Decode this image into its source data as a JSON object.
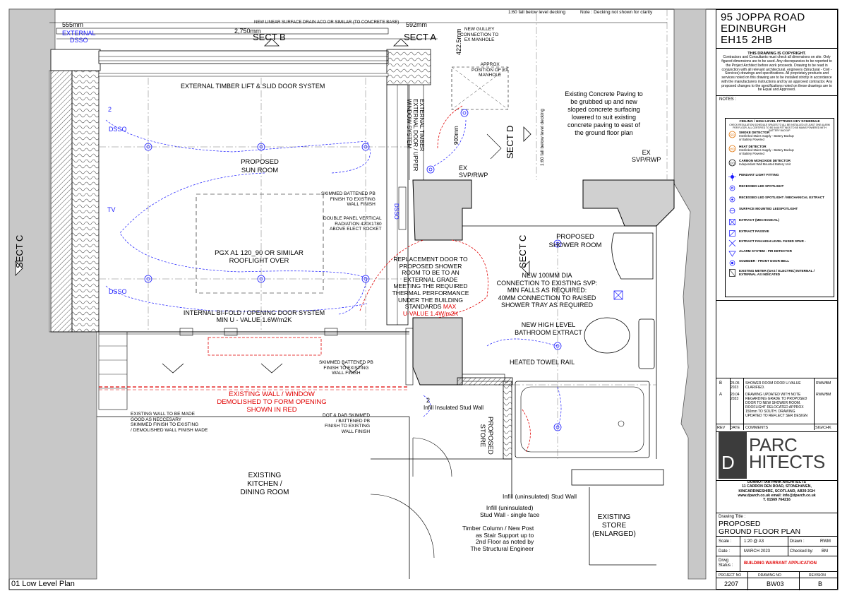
{
  "drawing": {
    "view_title": "01 Low Level Plan",
    "dims": {
      "d555": "555mm",
      "d2750": "2,750mm",
      "d592": "592mm",
      "d4225": "422.5mm",
      "d900": "900mm"
    },
    "notes_top": {
      "fall60": "1:60 fall below level decking",
      "decking": "Note : Decking not shown for clarity",
      "drain": "NEW LINEAR SURFACE DRAIN ACO OR SIMILAR (TO CONCRETE BASE)",
      "fall160": "1:60 fall below level decking"
    },
    "sections": {
      "b": "SECT B",
      "a": "SECT A",
      "d": "SECT D",
      "c_left": "SECT C",
      "c_mid": "SECT C"
    },
    "rooms": {
      "sun": [
        "PROPOSED",
        "SUN ROOM"
      ],
      "shower": [
        "PROPOSED",
        "SHOWER ROOM"
      ],
      "store": [
        "PROPOSED",
        "STORE"
      ],
      "kitchen": [
        "EXISTING",
        "KITCHEN /",
        "DINING ROOM"
      ],
      "ex_store": [
        "EXISTING",
        "STORE",
        "(ENLARGED)"
      ]
    },
    "labels": {
      "ext_dsso": [
        "EXTERNAL",
        "DSSO"
      ],
      "lift_slide": "EXTERNAL TIMBER LIFT & SLID DOOR SYSTEM",
      "gulley": [
        "NEW GULLEY",
        "CONNECTION TO",
        "EX MANHOLE"
      ],
      "manhole": [
        "APPROX",
        "POSITION OF EX",
        "MANHOLE"
      ],
      "paving": [
        "Existing Concrete Paving to",
        "be grubbed up and new",
        "sloped concrete surfacing",
        "lowered to suit existing",
        "concrete paving to east of",
        "the ground floor plan"
      ],
      "ext_door": [
        "EXTERNAL TIMBER",
        "EXTERNAL DOOR / UPPER",
        "WINDOW SYSTEM"
      ],
      "ex_svp1": [
        "EX",
        "SVP/RWP"
      ],
      "ex_svp2": [
        "EX",
        "SVP/RWP"
      ],
      "dsso1": "DSSO",
      "dsso2": "DSSO",
      "dsso3": "DSSO",
      "tv": "TV",
      "skimmed1": [
        "SKIMMED BATTENED PB",
        "FINISH TO EXISTING",
        "WALL FINISH"
      ],
      "radiator": [
        "DOUBLE PANEL VERTICAL",
        "RADIATION 420X1780",
        "ABOVE ELECT SOCKET"
      ],
      "rooflight": [
        "PGX A1 120_90 OR SIMILAR",
        "ROOFLIGHT OVER"
      ],
      "replacement": [
        "REPLACEMENT DOOR TO",
        "PROPOSED SHOWER",
        "ROOM TO BE TO AN",
        "EXTERNAL GRADE",
        "MEETING THE REQUIRED",
        "THERMAL PERFORMANCE",
        "UNDER THE BUILDING",
        "STANDARDS"
      ],
      "replacement_red": [
        "MAX",
        "U-VALUE 1.4W/m2K"
      ],
      "svp_conn": [
        "NEW 100MM DIA",
        "CONNECTION TO EXISTING SVP:",
        "MIN FALLS AS REQUIRED:",
        "40MM CONNECTION TO RAISED",
        "SHOWER TRAY AS REQUIRED"
      ],
      "bifold": [
        "INTERNAL BI-FOLD / OPENING DOOR SYSTEM",
        "MIN U - VALUE 1.6W/m2K"
      ],
      "extract": [
        "NEW HIGH LEVEL",
        "BATHROOM EXTRACT"
      ],
      "towel": "HEATED TOWEL RAIL",
      "skimmed2": [
        "SKIMMED BATTENED PB",
        "FINISH TO EXISTING",
        "WALL FINISH"
      ],
      "demolished": [
        "EXISTING WALL / WINDOW",
        "DEMOLISHED TO FORM OPENING",
        "SHOWN IN RED"
      ],
      "made_good": [
        "EXISTING WALL TO BE MADE",
        "GOOD AS NECCESARY",
        "SKIMMED FINISH TO EXISTING",
        "/ DEMOLISHED WALL FINISH MADE"
      ],
      "dot_dab": [
        "DOT & DAB SKIMMED",
        "/ BATTENED PB",
        "FINISH TO EXISTING",
        "WALL FINISH"
      ],
      "infill_ins": "Infill Insulated Stud Wall",
      "infill_unins": "Infill (uninsulated) Stud Wall",
      "infill_single": [
        "Infill (uninsulated)",
        "Stud Wall - single face"
      ],
      "timber_col": [
        "Timber Column / New Post",
        "as Stair Support up to",
        "2nd Floor as noted by",
        "The Structural Engineer"
      ],
      "n2a": "2",
      "n2b": "2"
    }
  },
  "title_block": {
    "address": [
      "95 JOPPA ROAD",
      "EDINBURGH",
      "EH15 2HB"
    ],
    "copyright_title": "THIS DRAWING IS COPYRIGHT.",
    "copyright_text": "Contractors and Consultants must check all dimensions on site. Only figured dimensions are to be used. Any discrepancies to be reported to the Project Architect before work proceeds. Drawing to be read in conjunction with all relevant architectural, engineers (Structural - Civil - Services) drawings and specifications. All proprietary products and services noted on this drawing are to be installed strictly in accordance with the manufacturers instructions and by an approved contractor. Any proposed changes to the specifications noted on these drawings are to be Equal and Approved.",
    "notes_label": "NOTES :",
    "legend_title": "CEILING / HIGH LEVEL FITTINGS KEY SCHEDULE",
    "legend_note": "CHECK REGULATION SCHEDULE SPACES TO ALL BE INSTALLED AT LEAST ONE ALARM PER FLOOR. ALL CERTIFIED TO BS 5446 FITTINGS TO BE MAINS POWERED WITH BATTERY BACKUP",
    "legend": [
      {
        "sym": "smoke",
        "title": "SMOKE DETECTOR",
        "sub": [
          "Interlinked Mains Supply - Battery Backup",
          "or Battery Powered"
        ]
      },
      {
        "sym": "heat",
        "title": "HEAT DETECTOR",
        "sub": [
          "Interlinked Mains Supply - Battery Backup",
          "or Battery Powered"
        ]
      },
      {
        "sym": "co",
        "title": "CARBON MONOXIDE DETECTOR",
        "sub": [
          "Independant Wall Mounted Battery Unit"
        ]
      },
      {
        "sym": "pendant",
        "title": "PENDANT LIGHT FITTING",
        "sub": []
      },
      {
        "sym": "recessed",
        "title": "RECESSED LED SPOTLIGHT",
        "sub": []
      },
      {
        "sym": "recessed-ext",
        "title": "RECESSED LED SPOTLIGHT / MECHANICAL EXTRACT",
        "sub": []
      },
      {
        "sym": "surface",
        "title": "SURFACE MOUNTED LEDSPOTLIGHT",
        "sub": []
      },
      {
        "sym": "extract-mech",
        "title": "EXTRACT (MECHANICAL)",
        "sub": []
      },
      {
        "sym": "extract-pass",
        "title": "EXTRACT PASSIVE",
        "sub": []
      },
      {
        "sym": "fan",
        "title": "EXTRACT FAN HIGH LEVEL FUSED SPUR -",
        "sub": []
      },
      {
        "sym": "alarm",
        "title": "ALARM SYSTEM - PIR DETECTOR",
        "sub": []
      },
      {
        "sym": "sounder",
        "title": "SOUNDER - FRONT DOOR BELL",
        "sub": []
      },
      {
        "sym": "meter",
        "title": "EXISTING METER (GAS / ELECTRIC) INTERNAL / EXTERNAL AS INDICATED",
        "sub": []
      }
    ],
    "revisions": [
      {
        "rev": "B",
        "date": "25.05 2023",
        "comment": "SHOWER ROOM DOOR U-VALUE CLARIFIED.",
        "sig": "RWM/BM"
      },
      {
        "rev": "A",
        "date": "20.04 2023",
        "comment": "DRAWING UPDATED WITH NOTE REGARDING GRADE TO PROPOSED DOOR TO NEW SHOWER ROOM. ROOFLIGHT RELOCATED APPROX 150mm TO SOUTH. DRAWING UPDATED TO REFLECT SER DESIGN",
        "sig": "RWM/BM"
      }
    ],
    "rev_headers": {
      "rev": "REV",
      "date": "DATE",
      "comments": "COMMENTS",
      "sig": "SIG/CHK"
    },
    "logo_a": "D",
    "logo_b": "PARC",
    "logo_c": "HITECTS",
    "firm": [
      "DUNNOTTAR PARK ARCHITECTS",
      "11 CARRON DEN ROAD, STONEHAVEN,",
      "KINCARDINESHIRE, SCOTLAND, AB39 2GH",
      "www.dparch.co.uk    email: info@dparch.co.uk",
      "T. 01569 764216"
    ],
    "drawing_title_label": "Drawing Title :",
    "drawing_title": [
      "PROPOSED",
      "GROUND FLOOR PLAN"
    ],
    "scale_label": "Scale :",
    "scale": "1:20 @ A3",
    "drawn_label": "Drawn :",
    "drawn": "RWM",
    "date_label": "Date :",
    "date": "MARCH 2023",
    "checked_label": "Checked by:",
    "checked": "BM",
    "status_label": [
      "Drwg",
      "Status :"
    ],
    "status": "BUILDING WARRANT APPLICATION",
    "project_no_label": "PROJECT NO",
    "drawing_no_label": "DRAWING NO",
    "revision_label": "REVISION",
    "project_no": "2207",
    "drawing_no": "BW03",
    "revision": "B"
  },
  "colors": {
    "red": "#e00000",
    "blue": "#1a1aff",
    "hatch": "#777777",
    "grey": "#bdbdbd"
  }
}
